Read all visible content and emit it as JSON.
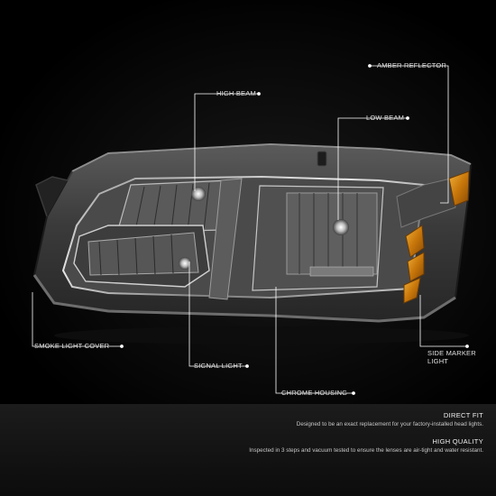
{
  "callouts": {
    "amber_reflector": "AMBER REFLECTOR",
    "high_beam": "HIGH BEAM",
    "low_beam": "LOW BEAM",
    "smoke_light_cover": "SMOKE LIGHT COVER",
    "signal_light": "SIGNAL LIGHT",
    "chrome_housing": "CHROME HOUSING",
    "side_marker_light_line1": "SIDE MARKER",
    "side_marker_light_line2": "LIGHT"
  },
  "features": [
    {
      "title": "DIRECT FIT",
      "description": "Designed to be an exact replacement for your factory-installed head lights."
    },
    {
      "title": "HIGH QUALITY",
      "description": "Inspected in 3 steps and vacuum tested to ensure the lenses are air-tight and water resistant."
    }
  ],
  "colors": {
    "background": "#000000",
    "amber_lens": "#d68a12",
    "smoke_lens": "#3a3a3a",
    "callout_line": "#ffffff"
  }
}
